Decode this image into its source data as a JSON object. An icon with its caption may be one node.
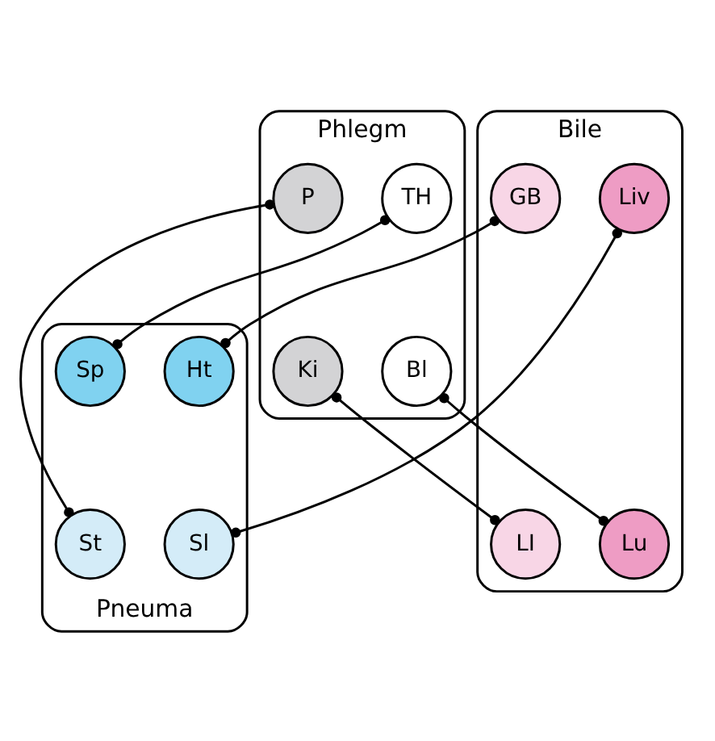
{
  "diagram": {
    "nodes": [
      {
        "text": [
          "Phlegm"
        ]
      },
      {
        "text": [
          "TH"
        ],
        "in": 0
      },
      {
        "text": [
          "P"
        ],
        "in": 0
      },
      {
        "text": [
          "Bl"
        ],
        "in": 0
      },
      {
        "text": [
          "Ki"
        ],
        "in": 0
      },
      {
        "text": [
          "Bile"
        ]
      },
      {
        "text": [
          "GB"
        ],
        "in": 5
      },
      {
        "text": [
          "Liv"
        ],
        "in": 5
      },
      {
        "text": [
          "LI"
        ],
        "in": 5
      },
      {
        "text": [
          "Lu"
        ],
        "in": 5
      },
      {
        "text": [
          "Pneuma"
        ]
      },
      {
        "text": [
          "Ht"
        ],
        "in": 10
      },
      {
        "text": [
          "Sp"
        ],
        "in": 10
      },
      {
        "text": [
          "Sl"
        ],
        "in": 10
      },
      {
        "text": [
          "St"
        ],
        "in": 10
      }
    ],
    "edges": [
      {
        "from": 1,
        "to": 12,
        "arrow": "other"
      },
      {
        "from": 2,
        "to": 14,
        "arrow": "other"
      },
      {
        "from": 3,
        "to": 9,
        "arrow": "other"
      },
      {
        "from": 4,
        "to": 8,
        "arrow": "other"
      },
      {
        "from": 7,
        "to": 13,
        "arrow": "other"
      },
      {
        "from": 6,
        "to": 11,
        "arrow": "other"
      }
    ]
  }
}
